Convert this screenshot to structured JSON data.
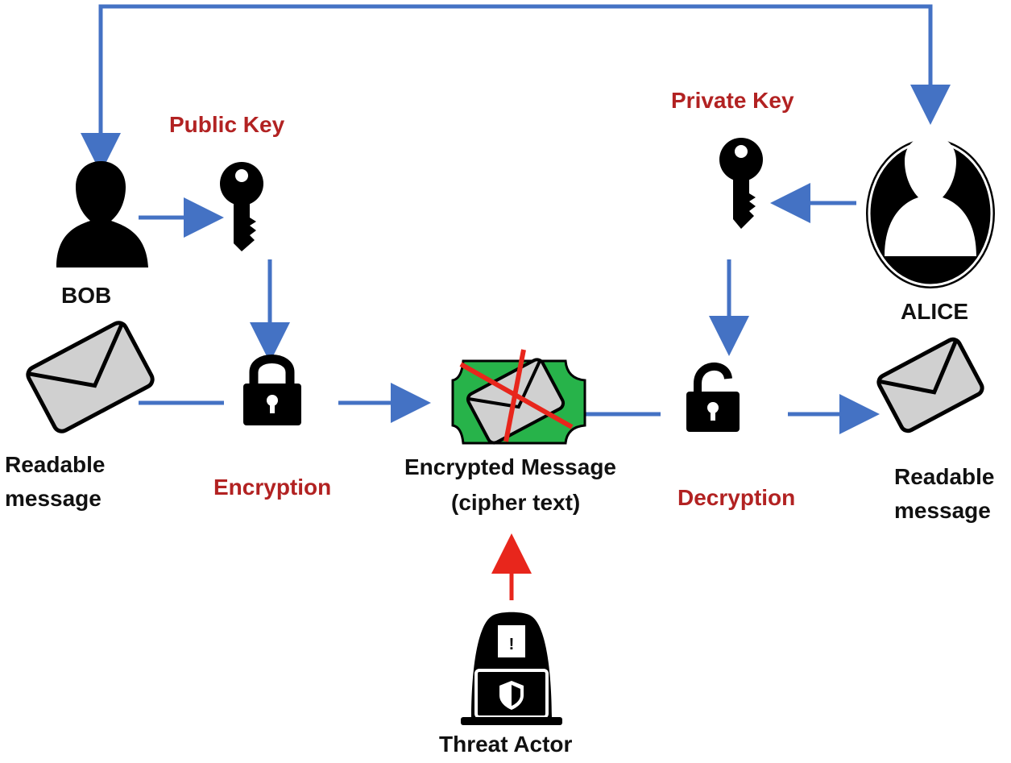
{
  "labels": {
    "public_key": "Public Key",
    "private_key": "Private Key",
    "bob": "BOB",
    "alice": "ALICE",
    "readable_left_1": "Readable",
    "readable_left_2": "message",
    "readable_right_1": "Readable",
    "readable_right_2": "message",
    "encryption": "Encryption",
    "decryption": "Decryption",
    "encrypted_1": "Encrypted Message",
    "encrypted_2": "(cipher text)",
    "threat_actor": "Threat Actor"
  },
  "colors": {
    "flow": "#4472c4",
    "attack": "#e8261c",
    "label_red": "#b22222",
    "cipher_bg": "#27b34a",
    "envelope": "#d0d0d0"
  },
  "icons": [
    "person-icon",
    "key-icon",
    "padlock-icon",
    "unlocked-padlock-icon",
    "envelope-icon",
    "hacker-icon"
  ]
}
